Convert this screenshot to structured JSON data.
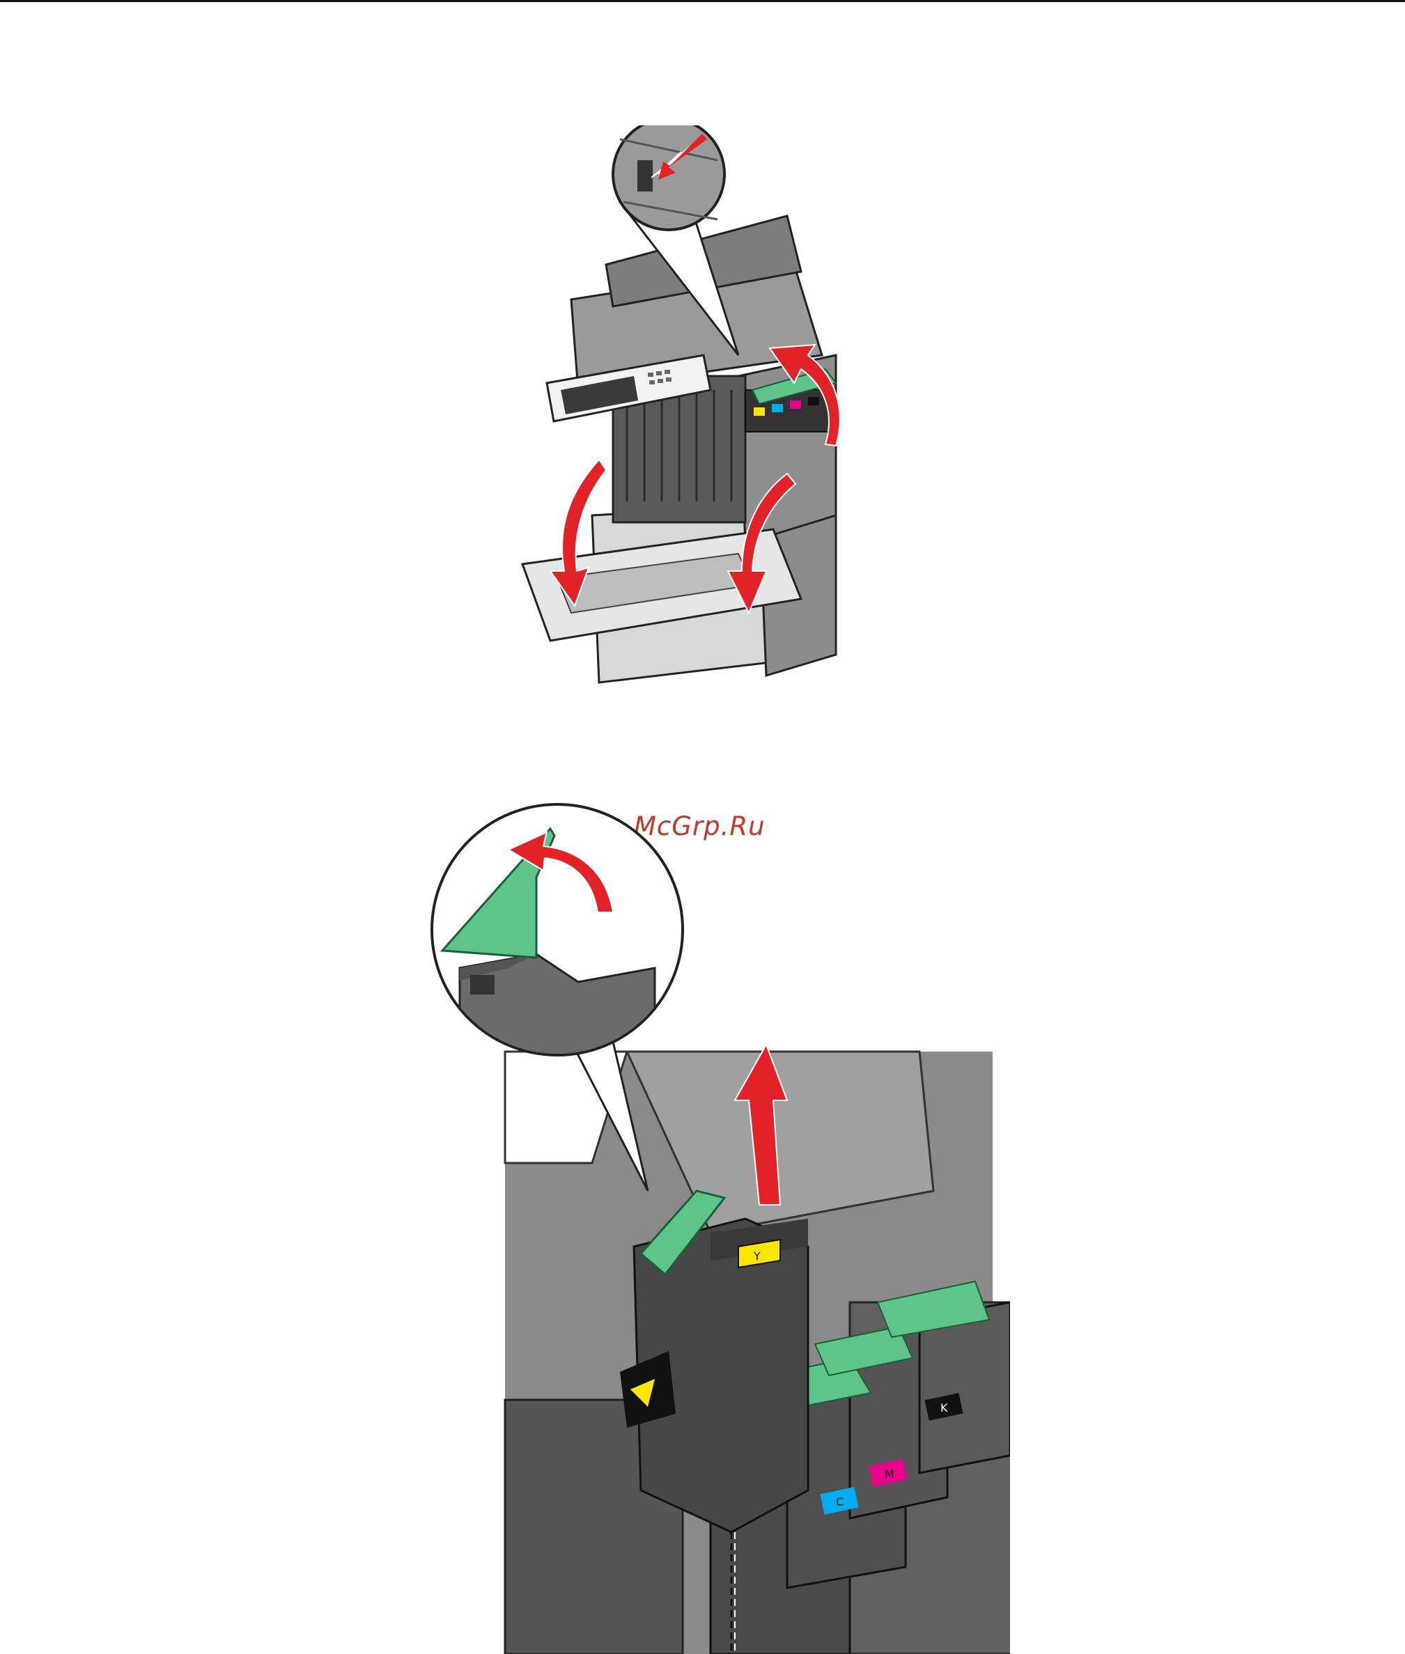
{
  "watermark": "McGrp.Ru",
  "cartridge_labels": {
    "yellow": "Y",
    "cyan": "C",
    "magenta": "M",
    "black": "K"
  },
  "colors": {
    "printer_body": "#8c8c8c",
    "printer_dark": "#4f4f4f",
    "green_handle": "#5dc58a",
    "arrow_red": "#e32228",
    "yellow": "#ffe600",
    "cyan": "#00aeef",
    "magenta": "#ec008c",
    "black": "#111111",
    "watermark": "#c0392b"
  },
  "icons": [
    "open-arrow-icon",
    "lift-arrow-icon",
    "zoom-callout"
  ]
}
